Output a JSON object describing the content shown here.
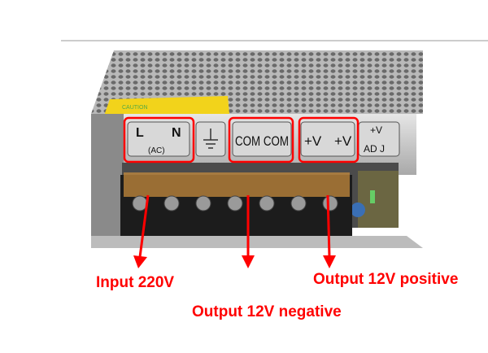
{
  "panel_labels": {
    "ac": {
      "l": "L",
      "n": "N",
      "sub": "(AC)"
    },
    "com": "COM COM",
    "vplus": {
      "a": "+V",
      "b": "+V"
    },
    "adj": {
      "top": "+V",
      "bottom": "AD J"
    }
  },
  "caution_label": "CAUTION",
  "annotations": {
    "input": "Input 220V",
    "negative": "Output 12V negative",
    "positive": "Output 12V positive"
  },
  "colors": {
    "annotation": "#ff0000",
    "metal": "#c8c8c8",
    "caution": "#f2d31b"
  }
}
